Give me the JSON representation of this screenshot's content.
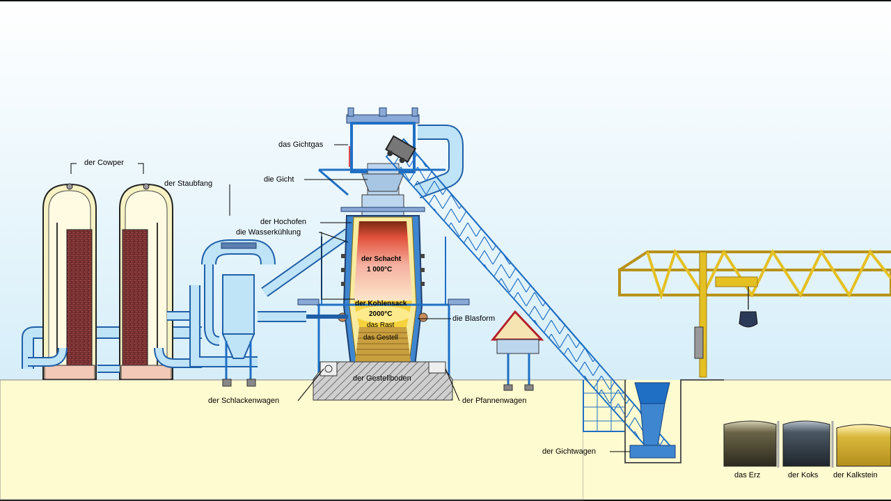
{
  "labels": {
    "cowper": "der Cowper",
    "staubfang": "der Staubfang",
    "gichtgas": "das Gichtgas",
    "gicht": "die Gicht",
    "hochofen": "der Hochofen",
    "wasserkuehlung": "die Wasserkühlung",
    "schacht": "der Schacht",
    "schacht_temp": "1 000°C",
    "kohlensack": "der Kohlensack",
    "kohlensack_temp": "2000°C",
    "rast": "das Rast",
    "gestell": "das Gestell",
    "blasform": "die Blasform",
    "gestellboden": "der Gestellboden",
    "schlackenwagen": "der Schlackenwagen",
    "pfannenwagen": "der Pfannenwagen",
    "gichtwagen": "der Gichtwagen",
    "erz": "das Erz",
    "koks": "der Koks",
    "kalkstein": "der Kalkstein"
  },
  "colors": {
    "sky_top": "#ffffff",
    "sky_bottom": "#d6eef9",
    "ground": "#fffbd0",
    "steel": "#1f6fc4",
    "pipe": "#bfe3f7",
    "crane": "#e5c023",
    "erz": "#4a4636",
    "koks": "#3b4651",
    "kalkstein": "#d2b236"
  }
}
